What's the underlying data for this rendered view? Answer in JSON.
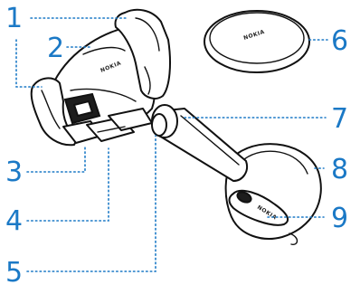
{
  "callouts": [
    {
      "id": "callout-1",
      "label": "1"
    },
    {
      "id": "callout-2",
      "label": "2"
    },
    {
      "id": "callout-3",
      "label": "3"
    },
    {
      "id": "callout-4",
      "label": "4"
    },
    {
      "id": "callout-5",
      "label": "5"
    },
    {
      "id": "callout-6",
      "label": "6"
    },
    {
      "id": "callout-7",
      "label": "7"
    },
    {
      "id": "callout-8",
      "label": "8"
    },
    {
      "id": "callout-9",
      "label": "9"
    }
  ],
  "brand_marks": {
    "cradle": "NOKIA",
    "plate": "NOKIA",
    "suction_tab": "NOKIA"
  },
  "colors": {
    "callout": "#1b79c6",
    "outline": "#111111",
    "background": "#ffffff"
  }
}
